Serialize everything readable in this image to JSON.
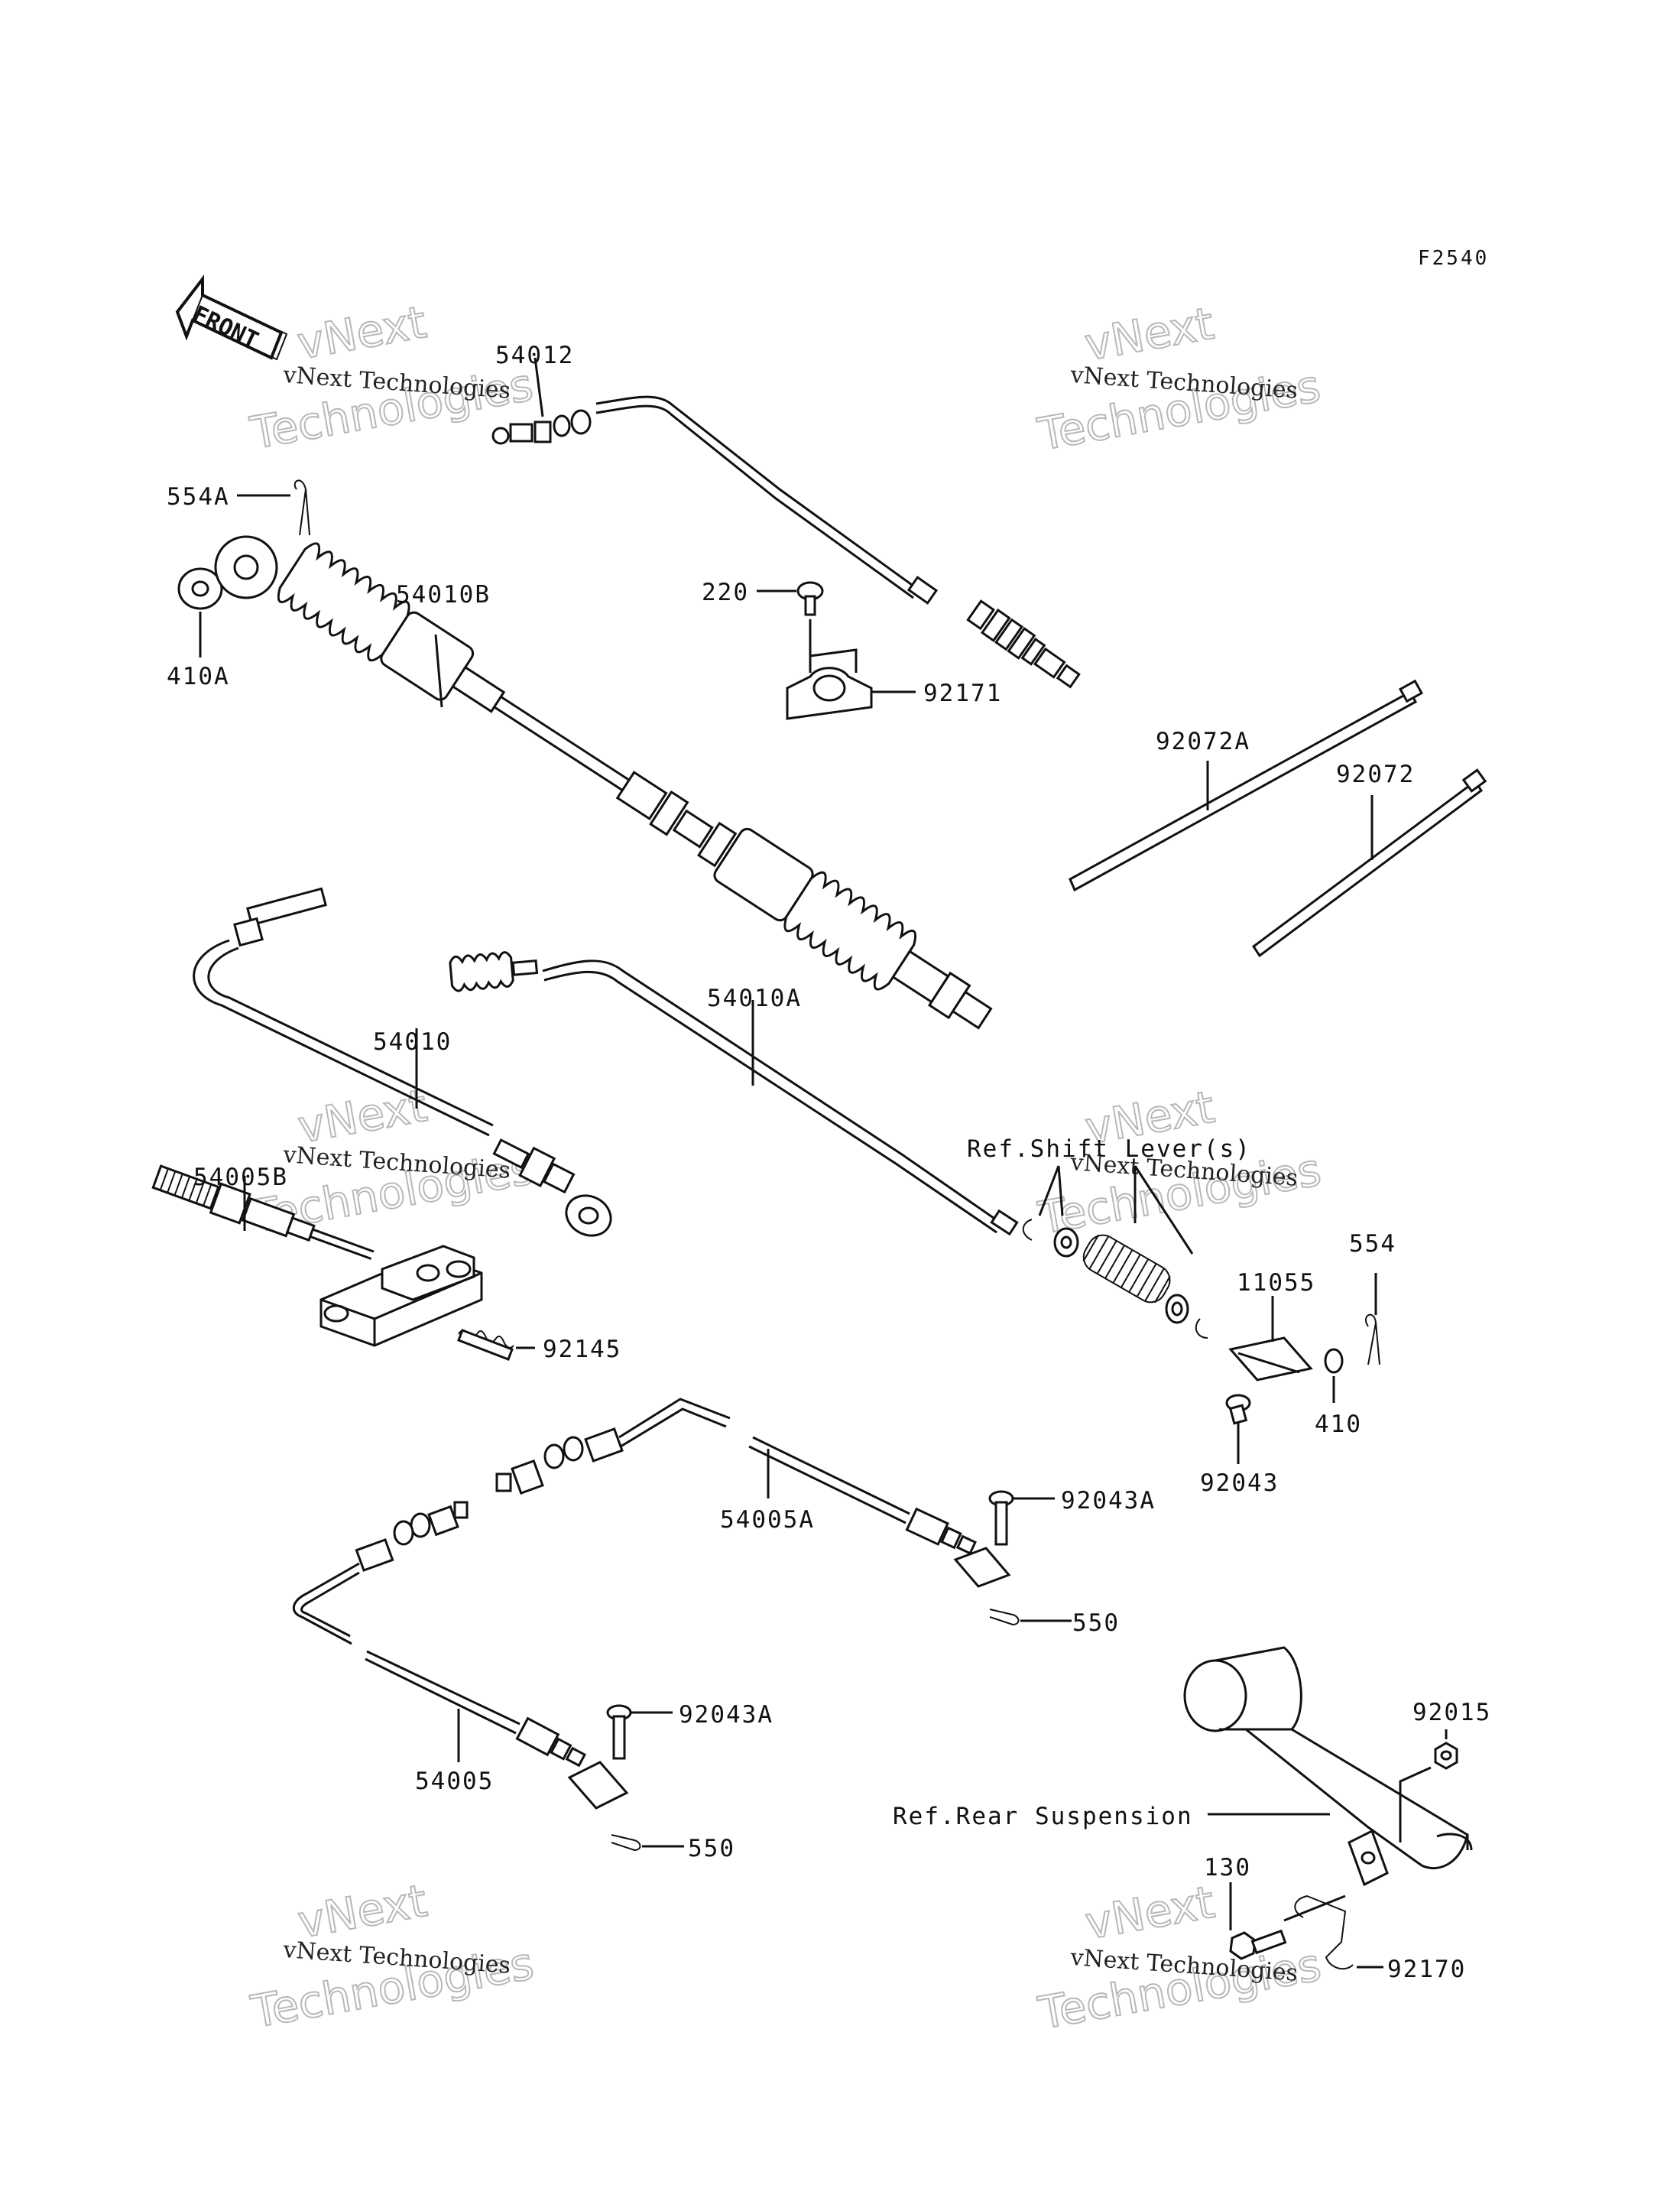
{
  "diagram_code": "F2540",
  "front_arrow": "FRONT",
  "watermark": {
    "line1": "vNext Technologies",
    "line2": "vNext",
    "line3": "Technologies"
  },
  "labels": {
    "p54012": "54012",
    "p554A": "554A",
    "p410A": "410A",
    "p54010B": "54010B",
    "p220": "220",
    "p92171": "92171",
    "p92072A": "92072A",
    "p92072": "92072",
    "p54010": "54010",
    "p54010A": "54010A",
    "p54005B": "54005B",
    "ref_shift": "Ref.Shift Lever(s)",
    "p554": "554",
    "p11055": "11055",
    "p92145": "92145",
    "p410": "410",
    "p92043": "92043",
    "p54005A": "54005A",
    "p92043A_1": "92043A",
    "p550_1": "550",
    "p92015": "92015",
    "ref_rear": "Ref.Rear Suspension",
    "p92043A_2": "92043A",
    "p54005": "54005",
    "p550_2": "550",
    "p130": "130",
    "p92170": "92170"
  }
}
